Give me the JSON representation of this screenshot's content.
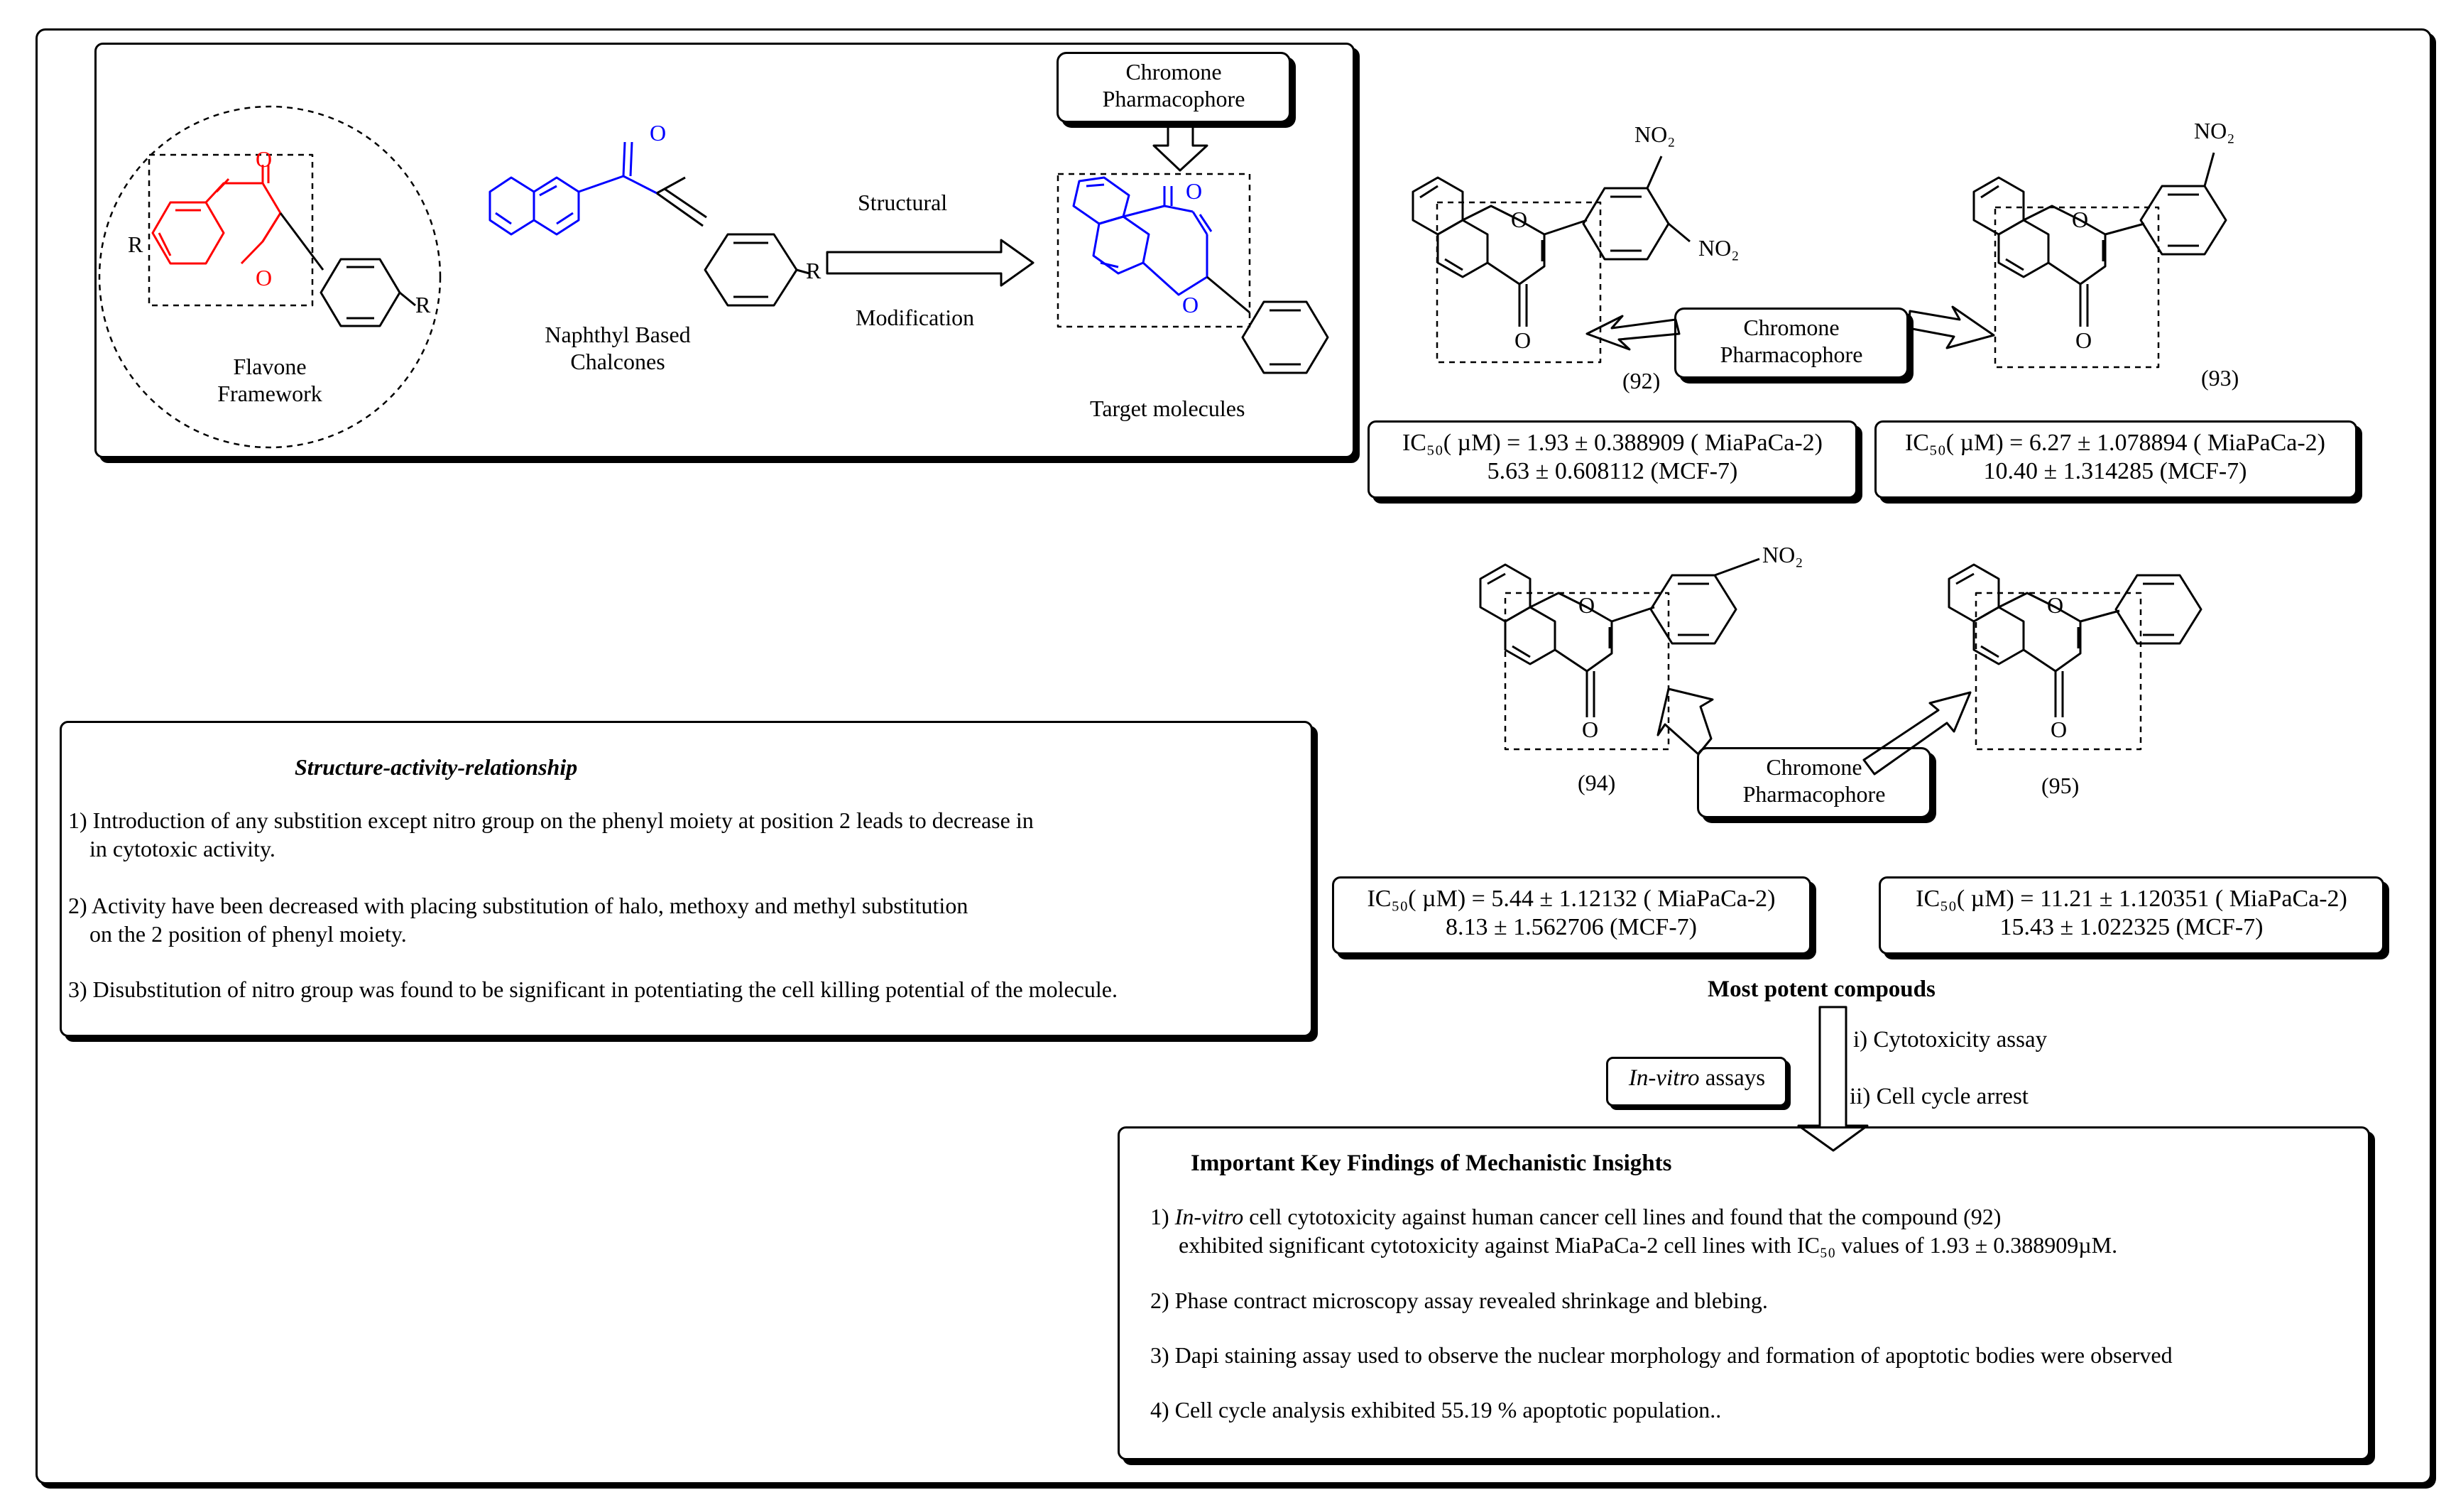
{
  "scheme": {
    "flavone": {
      "label_line1": "Flavone",
      "label_line2": "Framework",
      "oxo": "O",
      "ring_o": "O",
      "r1": "R",
      "r2": "R"
    },
    "chalcone": {
      "label_line1": "Naphthyl Based",
      "label_line2": "Chalcones",
      "oxo": "O",
      "r": "R"
    },
    "arrow": {
      "top": "Structural",
      "bottom": "Modification"
    },
    "target": {
      "label": "Target molecules",
      "oxo": "O",
      "ring_o": "O"
    },
    "pharmacophore_box": {
      "line1": "Chromone",
      "line2": "Pharmacophore"
    }
  },
  "compounds": [
    {
      "id": "(92)",
      "substituent_a": "NO₂",
      "substituent_b": "NO₂",
      "ic50_ln1": "IC₅₀( µM) = 1.93 ± 0.388909 ( MiaPaCa-2)",
      "ic50_ln2": "5.63 ± 0.608112 (MCF-7)"
    },
    {
      "id": "(93)",
      "substituent_a": "NO₂",
      "ic50_ln1": "IC₅₀( µM) = 6.27 ± 1.078894 ( MiaPaCa-2)",
      "ic50_ln2": "10.40 ± 1.314285 (MCF-7)"
    },
    {
      "id": "(94)",
      "substituent_a": "NO₂",
      "ic50_ln1": "IC₅₀( µM) = 5.44 ± 1.12132 ( MiaPaCa-2)",
      "ic50_ln2": "8.13 ± 1.562706 (MCF-7)"
    },
    {
      "id": "(95)",
      "ic50_ln1": "IC₅₀( µM) = 11.21 ± 1.120351 ( MiaPaCa-2)",
      "ic50_ln2": "15.43 ± 1.022325 (MCF-7)"
    }
  ],
  "atom_o": "O",
  "sar": {
    "title": "Structure-activity-relationship",
    "items": [
      "1) Introduction of any substition except nitro group on the phenyl moiety at position 2 leads to decrease in",
      "in  cytotoxic activity.",
      "2) Activity have been decreased with placing substitution of halo, methoxy and methyl substitution",
      "on the 2 position of phenyl moiety.",
      "3) Disubstitution of nitro group was found to be significant in potentiating the cell killing potential of the molecule."
    ]
  },
  "flow": {
    "title": "Most potent compouds",
    "assay1": "i) Cytotoxicity assay",
    "assay2": "ii) Cell cycle arrest",
    "invitro_italic": "In-vitro",
    "invitro_rest": " assays"
  },
  "findings": {
    "title": "Important Key Findings of Mechanistic Insights",
    "f1_prefix": "1) ",
    "f1_italic": "In-vitro",
    "f1_rest": " cell cytotoxicity against human cancer cell lines and found that the compound (92)",
    "f1_line2": "exhibited significant cytotoxicity against MiaPaCa-2 cell lines with IC₅₀ values of 1.93 ± 0.388909µM.",
    "f2": "2) Phase contract microscopy assay revealed shrinkage and blebing.",
    "f3": "3) Dapi staining assay used to observe the nuclear morphology and formation of apoptotic bodies were observed",
    "f4": "4) Cell cycle analysis exhibited 55.19 % apoptotic population.."
  },
  "colors": {
    "highlight_red": "#ff0000",
    "highlight_blue": "#0000ff",
    "line": "#000000"
  }
}
